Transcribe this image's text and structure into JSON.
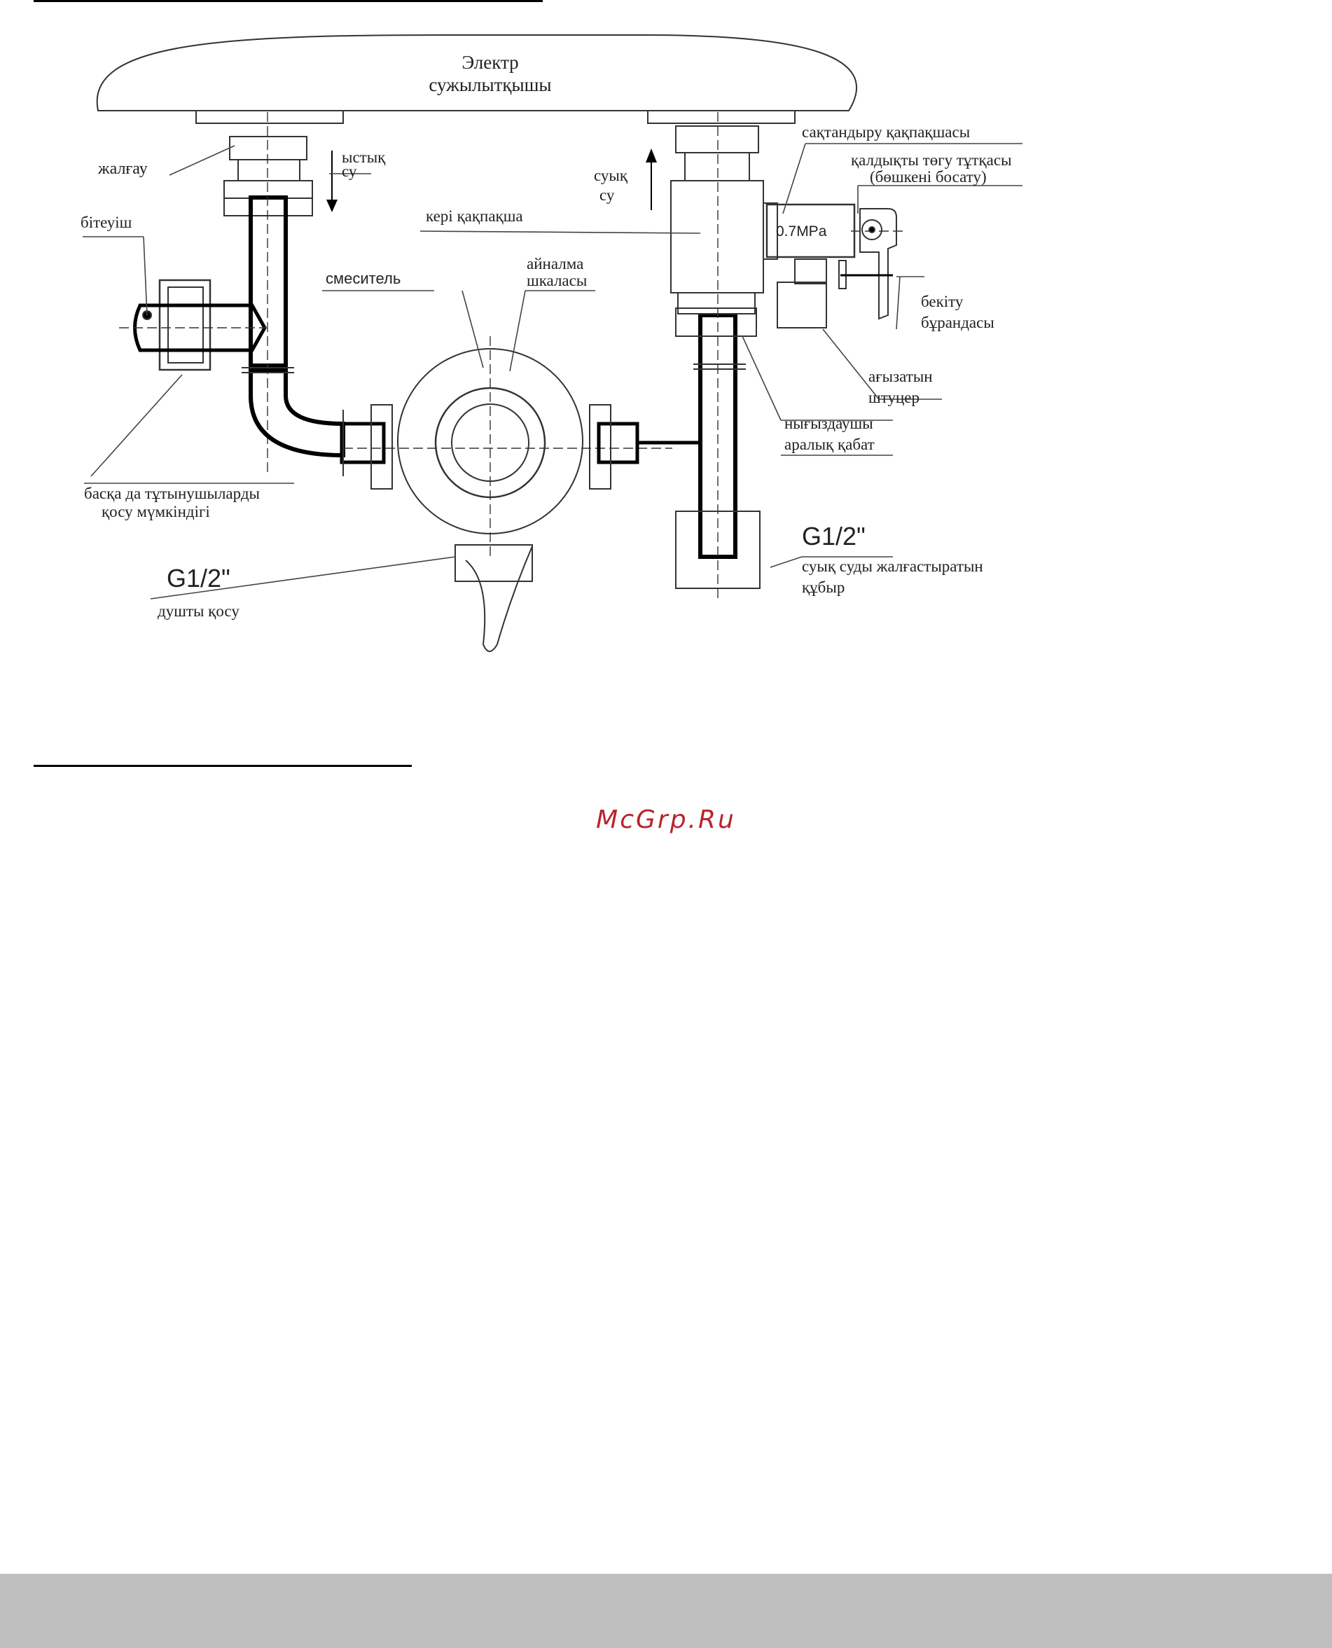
{
  "diagram": {
    "heater_label_1": "Электр",
    "heater_label_2": "сужылытқышы",
    "coupling_label": "жалғау",
    "hot_water_1": "ыстық",
    "hot_water_2": "су",
    "plug_label": "бітеуіш",
    "mixer_label": "смеситель",
    "rotary_scale_1": "айналма",
    "rotary_scale_2": "шкаласы",
    "cold_water_1": "суық",
    "cold_water_2": "су",
    "check_valve_label": "кері қақпақша",
    "safety_valve_label": "сақтандыру қақпақшасы",
    "drain_handle_1": "қалдықты төгу тұтқасы",
    "drain_handle_2": "(бөшкені босату)",
    "pressure_value": "0.7MPa",
    "locking_screw_1": "бекіту",
    "locking_screw_2": "бұрандасы",
    "drain_fitting_1": "ағызатын",
    "drain_fitting_2": "штуцер",
    "gasket_1": "нығыздаушы",
    "gasket_2": "аралық қабат",
    "other_consumers_1": "басқа да тұтынушыларды",
    "other_consumers_2": "қосу мүмкіндігі",
    "thread_left": "G1/2\"",
    "shower_label": "душты қосу",
    "thread_right": "G1/2\"",
    "cold_pipe_1": "суық суды жалғастыратын",
    "cold_pipe_2": "құбыр"
  },
  "watermark": "McGrp.Ru"
}
